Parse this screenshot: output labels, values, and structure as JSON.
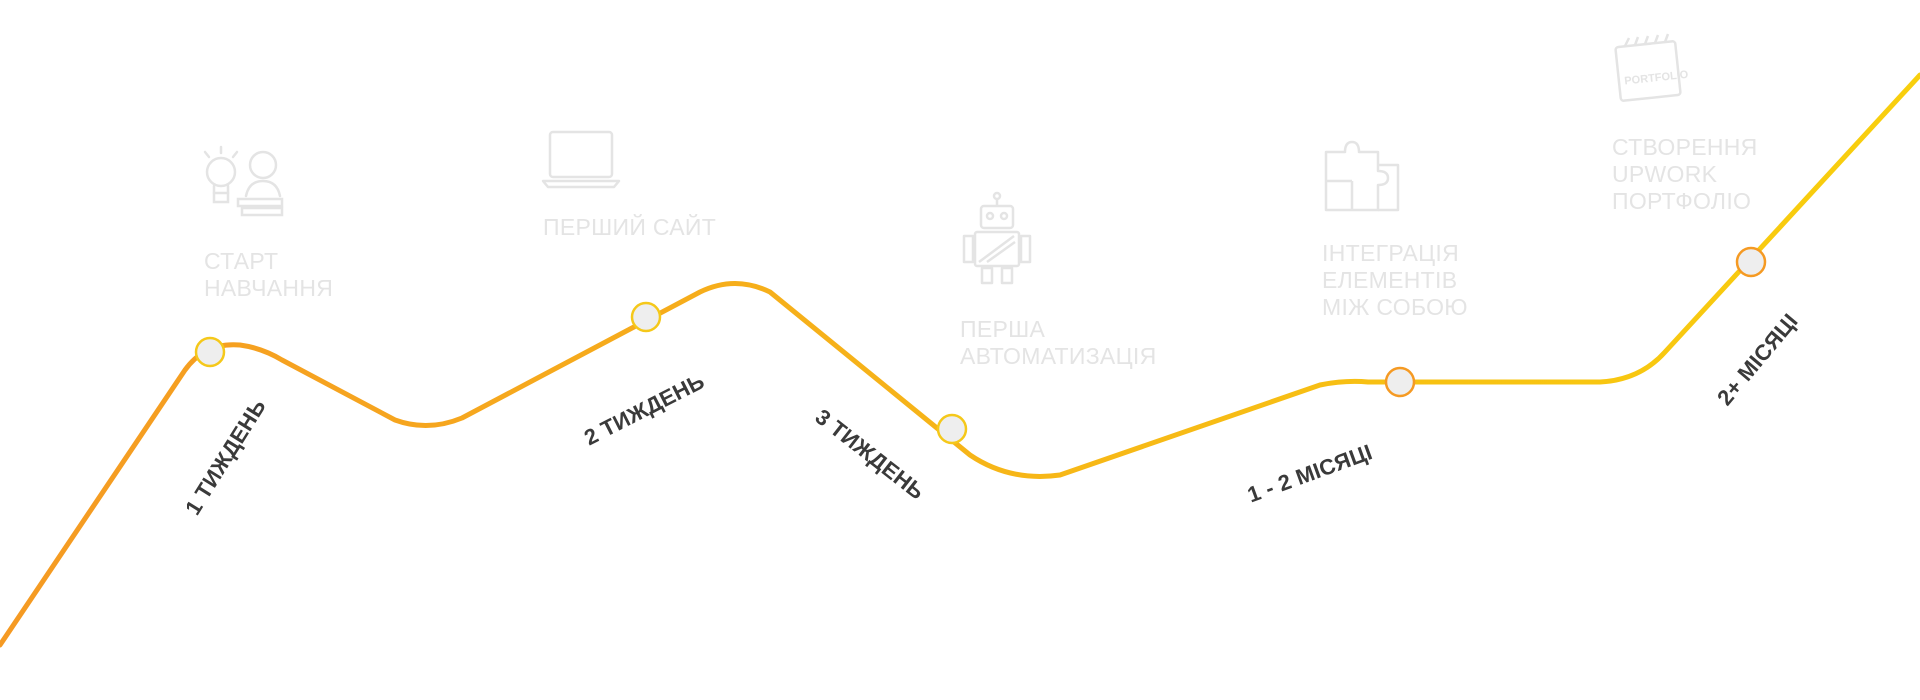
{
  "colors": {
    "line_start": "#f59a23",
    "line_end": "#f8cf0d",
    "node_fill": "#eeeeee",
    "label": "#3a3a3a",
    "ghost": "#e4e4e4"
  },
  "milestones": [
    {
      "period": "1 ТИЖДЕНЬ",
      "title_lines": [
        "СТАРТ",
        "НАВЧАННЯ"
      ],
      "icon": "lightbulb-brain-icon"
    },
    {
      "period": "2 ТИЖДЕНЬ",
      "title_lines": [
        "ПЕРШИЙ САЙТ"
      ],
      "icon": "laptop-icon"
    },
    {
      "period": "3 ТИЖДЕНЬ",
      "title_lines": [
        "ПЕРША",
        "АВТОМАТИЗАЦІЯ"
      ],
      "icon": "robot-icon"
    },
    {
      "period": "1 - 2 МІСЯЦІ",
      "title_lines": [
        "ІНТЕГРАЦІЯ",
        "ЕЛЕМЕНТІВ",
        "МІЖ СОБОЮ"
      ],
      "icon": "puzzle-icon"
    },
    {
      "period": "2+ МІСЯЦІ",
      "title_lines": [
        "СТВОРЕННЯ",
        "UPWORK",
        "ПОРТФОЛІО"
      ],
      "icon": "portfolio-notepad-icon"
    }
  ],
  "portfolio_icon_text": "PORTFOLIO"
}
